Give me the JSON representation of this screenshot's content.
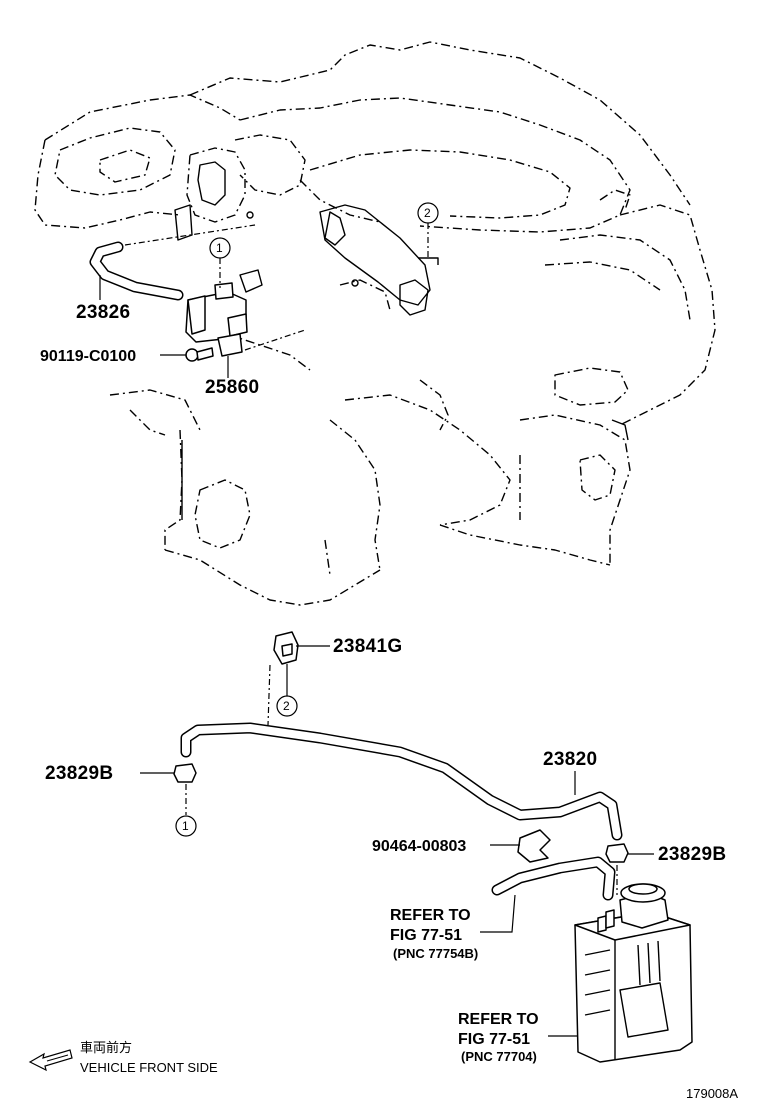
{
  "parts": {
    "hose_upper": "23826",
    "bolt": "90119-C0100",
    "vsv": "25860",
    "clamp_upper": "23841G",
    "hose_main": "23820",
    "clip_left": "23829B",
    "clip_right": "23829B",
    "clip_small": "90464-00803"
  },
  "refs": {
    "ref1": {
      "line1": "REFER TO",
      "line2": "FIG 77-51",
      "line3": "(PNC 77754B)"
    },
    "ref2": {
      "line1": "REFER TO",
      "line2": "FIG 77-51",
      "line3": "(PNC 77704)"
    }
  },
  "callouts": {
    "c1": "1",
    "c2": "2"
  },
  "footer": {
    "direction_jp": "車両前方",
    "direction_en": "VEHICLE FRONT SIDE",
    "figure_id": "179008A"
  }
}
